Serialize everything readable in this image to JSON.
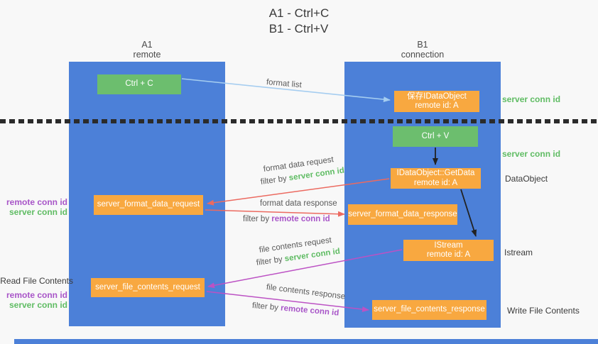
{
  "title": {
    "line1": "A1 - Ctrl+C",
    "line2": "B1 - Ctrl+V"
  },
  "lanes": {
    "left": {
      "title": "A1",
      "subtitle": "remote"
    },
    "right": {
      "title": "B1",
      "subtitle": "connection"
    }
  },
  "nodes": {
    "ctrl_c": {
      "label": "Ctrl + C"
    },
    "ctrl_v": {
      "label": "Ctrl + V"
    },
    "save_dataobject": {
      "line1": "保存IDataObject",
      "line2": "remote id: A"
    },
    "getdata": {
      "line1": "IDataObject::GetData",
      "line2": "remote id: A"
    },
    "istream": {
      "line1": "IStream",
      "line2": "remote id: A"
    },
    "format_request": {
      "label": "server_format_data_request"
    },
    "format_response": {
      "label": "server_format_data_response"
    },
    "file_request": {
      "label": "server_file_contents_request"
    },
    "file_response": {
      "label": "server_file_contents_response"
    }
  },
  "annotations": {
    "server_conn_id_top": "server conn id",
    "server_conn_id_mid": "server conn id",
    "dataobject": "DataObject",
    "istream": "Istream",
    "write_file_contents": "Write File Contents",
    "read_file_contents": "Read File Contents",
    "format_block": {
      "remote_conn_id": "remote conn id",
      "server_conn_id": "server conn id"
    },
    "file_block": {
      "remote_conn_id": "remote conn id",
      "server_conn_id": "server conn id"
    }
  },
  "edges": {
    "format_list": {
      "label": "format list"
    },
    "format_data_request": {
      "label": "format data request",
      "filter_prefix": "filter by",
      "filter_key": "server conn id"
    },
    "format_data_response": {
      "label": "format data response",
      "filter_prefix": "filter by",
      "filter_key": "remote conn id"
    },
    "file_contents_request": {
      "label": "file contents request",
      "filter_prefix": "filter by",
      "filter_key": "server conn id"
    },
    "file_contents_response": {
      "label": "file contents response",
      "filter_prefix": "filter by",
      "filter_key": "remote conn id"
    }
  },
  "colors": {
    "lane_blue": "#4c80d8",
    "box_green": "#6cbe6e",
    "box_orange": "#f8a840",
    "text_green": "#5fbc63",
    "text_purple": "#a855c8",
    "arrow_red": "#ec6a60",
    "arrow_lightblue": "#a5cdf0",
    "arrow_magenta": "#bc52c4",
    "arrow_black": "#222222"
  }
}
